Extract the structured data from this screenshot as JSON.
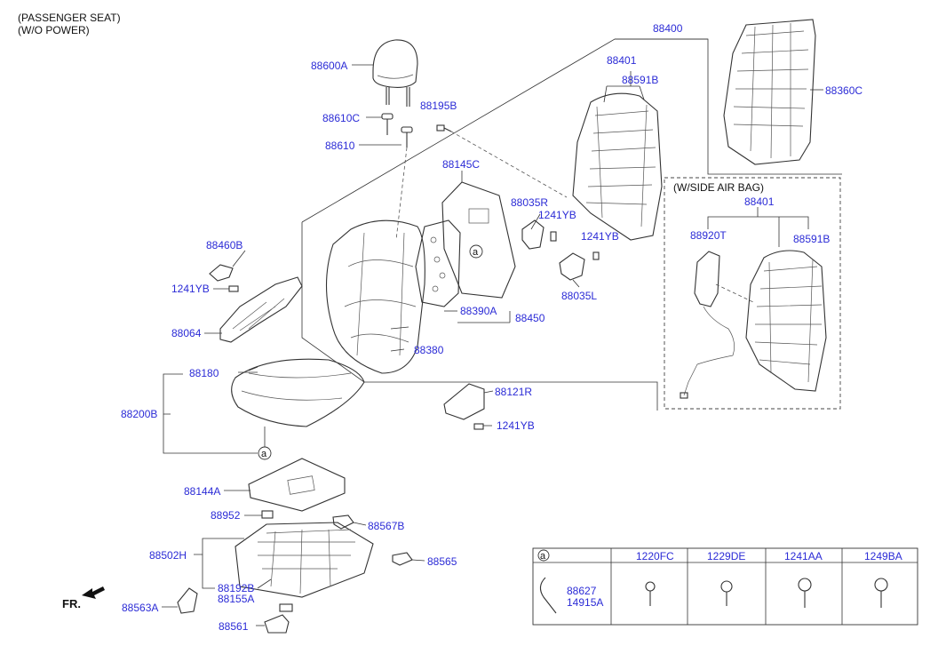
{
  "header": {
    "line1": "(PASSENGER SEAT)",
    "line2": "(W/O POWER)"
  },
  "inset": {
    "title": "(W/SIDE AIR BAG)"
  },
  "front_label": "FR.",
  "ref_marker": "a",
  "labels": {
    "p88400": "88400",
    "p88401": "88401",
    "p88591B": "88591B",
    "p88360C": "88360C",
    "p88600A": "88600A",
    "p88195B": "88195B",
    "p88610C": "88610C",
    "p88610": "88610",
    "p88145C": "88145C",
    "p88035R": "88035R",
    "p1241YB_a": "1241YB",
    "p1241YB_b": "1241YB",
    "p88460B": "88460B",
    "p1241YB_c": "1241YB",
    "p88035L": "88035L",
    "p88390A": "88390A",
    "p88450": "88450",
    "p88064": "88064",
    "p88380": "88380",
    "p88180": "88180",
    "p88121R": "88121R",
    "p88200B": "88200B",
    "p1241YB_d": "1241YB",
    "p88144A": "88144A",
    "p88952": "88952",
    "p88567B": "88567B",
    "p88502H": "88502H",
    "p88565": "88565",
    "p88192B": "88192B",
    "p88155A": "88155A",
    "p88563A": "88563A",
    "p88561": "88561",
    "i88401": "88401",
    "i88920T": "88920T",
    "i88591B": "88591B"
  },
  "table": {
    "header_marker": "a",
    "columns": [
      "1220FC",
      "1229DE",
      "1241AA",
      "1249BA"
    ],
    "first_cell_lines": [
      "88627",
      "14915A"
    ]
  }
}
